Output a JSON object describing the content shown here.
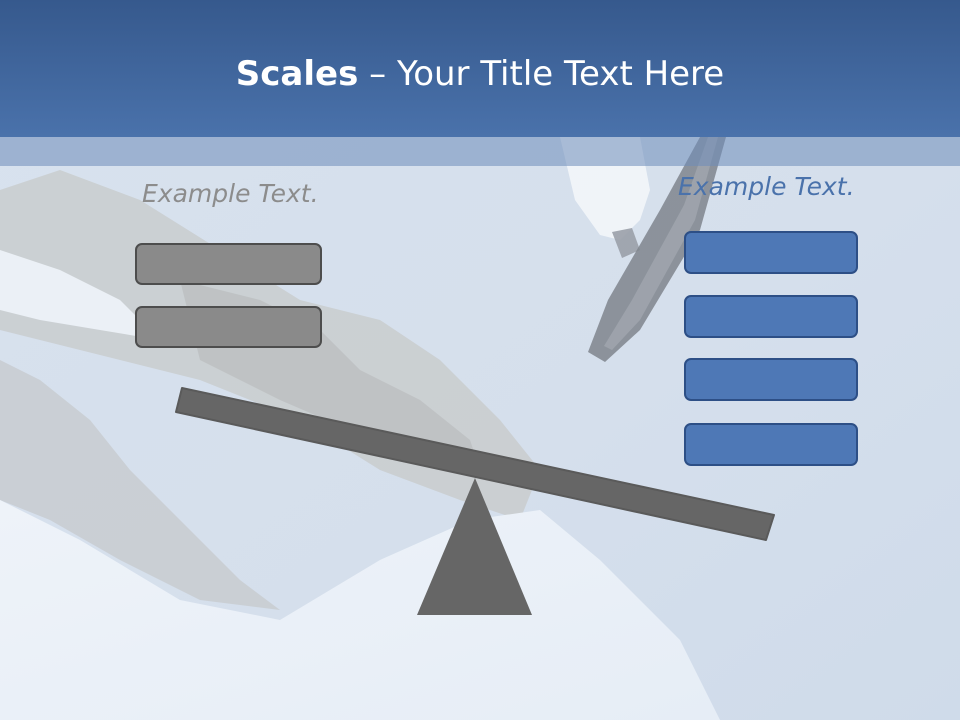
{
  "title": {
    "bold": "Scales",
    "rest": " – Your Title Text Here"
  },
  "left": {
    "label": "Example Text.",
    "boxes": 2,
    "box_color": "#8a8a8a"
  },
  "right": {
    "label": "Example Text.",
    "boxes": 4,
    "box_color": "#4e78b6"
  },
  "colors": {
    "header": "#4a72ab",
    "lever": "#666666"
  }
}
